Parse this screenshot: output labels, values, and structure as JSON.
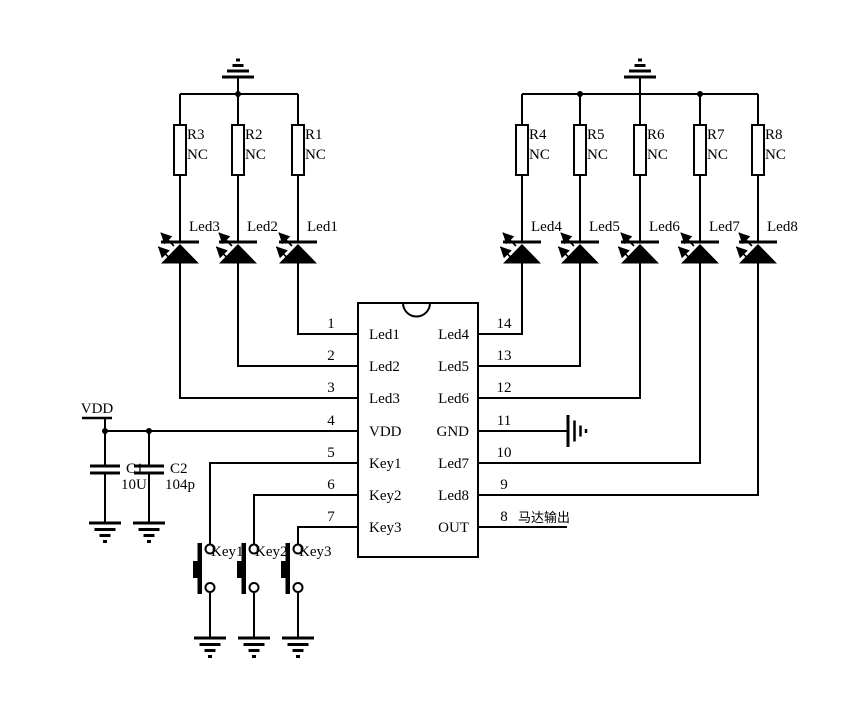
{
  "schematic": {
    "background": "#ffffff",
    "line_color": "#000000",
    "power": {
      "vdd": "VDD"
    },
    "ic": {
      "left_pins": [
        {
          "num": "1",
          "name": "Led1"
        },
        {
          "num": "2",
          "name": "Led2"
        },
        {
          "num": "3",
          "name": "Led3"
        },
        {
          "num": "4",
          "name": "VDD"
        },
        {
          "num": "5",
          "name": "Key1"
        },
        {
          "num": "6",
          "name": "Key2"
        },
        {
          "num": "7",
          "name": "Key3"
        }
      ],
      "right_pins": [
        {
          "num": "14",
          "name": "Led4"
        },
        {
          "num": "13",
          "name": "Led5"
        },
        {
          "num": "12",
          "name": "Led6"
        },
        {
          "num": "11",
          "name": "GND"
        },
        {
          "num": "10",
          "name": "Led7"
        },
        {
          "num": "9",
          "name": "Led8"
        },
        {
          "num": "8",
          "name": "OUT"
        }
      ]
    },
    "resistors": {
      "left": [
        {
          "ref": "R3",
          "value": "NC"
        },
        {
          "ref": "R2",
          "value": "NC"
        },
        {
          "ref": "R1",
          "value": "NC"
        }
      ],
      "right": [
        {
          "ref": "R4",
          "value": "NC"
        },
        {
          "ref": "R5",
          "value": "NC"
        },
        {
          "ref": "R6",
          "value": "NC"
        },
        {
          "ref": "R7",
          "value": "NC"
        },
        {
          "ref": "R8",
          "value": "NC"
        }
      ]
    },
    "leds": {
      "left": [
        "Led3",
        "Led2",
        "Led1"
      ],
      "right": [
        "Led4",
        "Led5",
        "Led6",
        "Led7",
        "Led8"
      ]
    },
    "capacitors": [
      {
        "ref": "C1",
        "value": "10U"
      },
      {
        "ref": "C2",
        "value": "104p"
      }
    ],
    "keys": [
      "Key1",
      "Key2",
      "Key3"
    ],
    "annotations": {
      "motor_output": "马达输出"
    }
  }
}
